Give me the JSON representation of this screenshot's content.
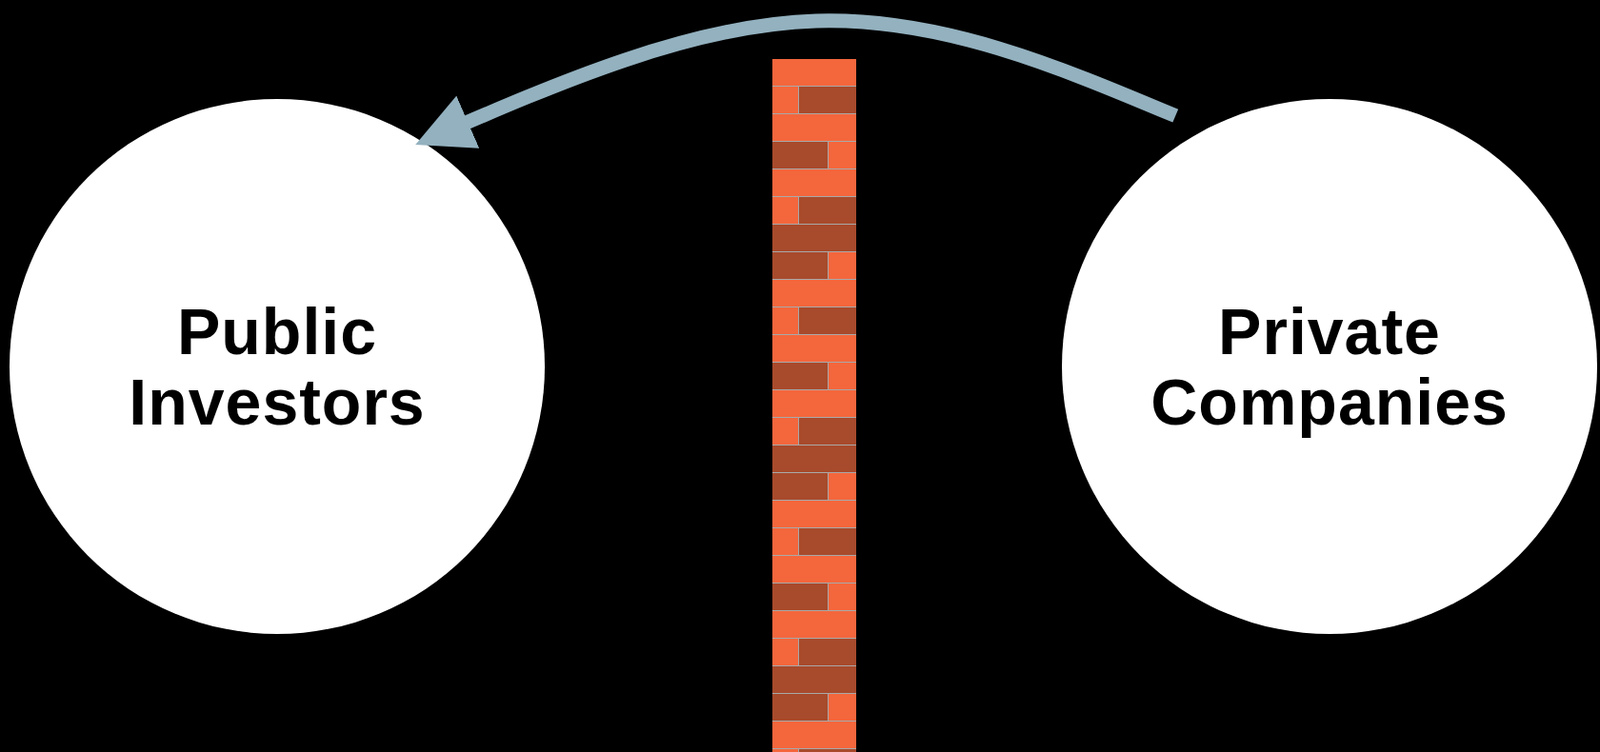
{
  "diagram": {
    "nodes": [
      {
        "text": [
          "Public Investors"
        ]
      },
      {
        "text": [
          "Private Companies"
        ]
      }
    ],
    "edges": [
      {
        "from": 1,
        "to": 0,
        "arrow": "to"
      }
    ]
  }
}
